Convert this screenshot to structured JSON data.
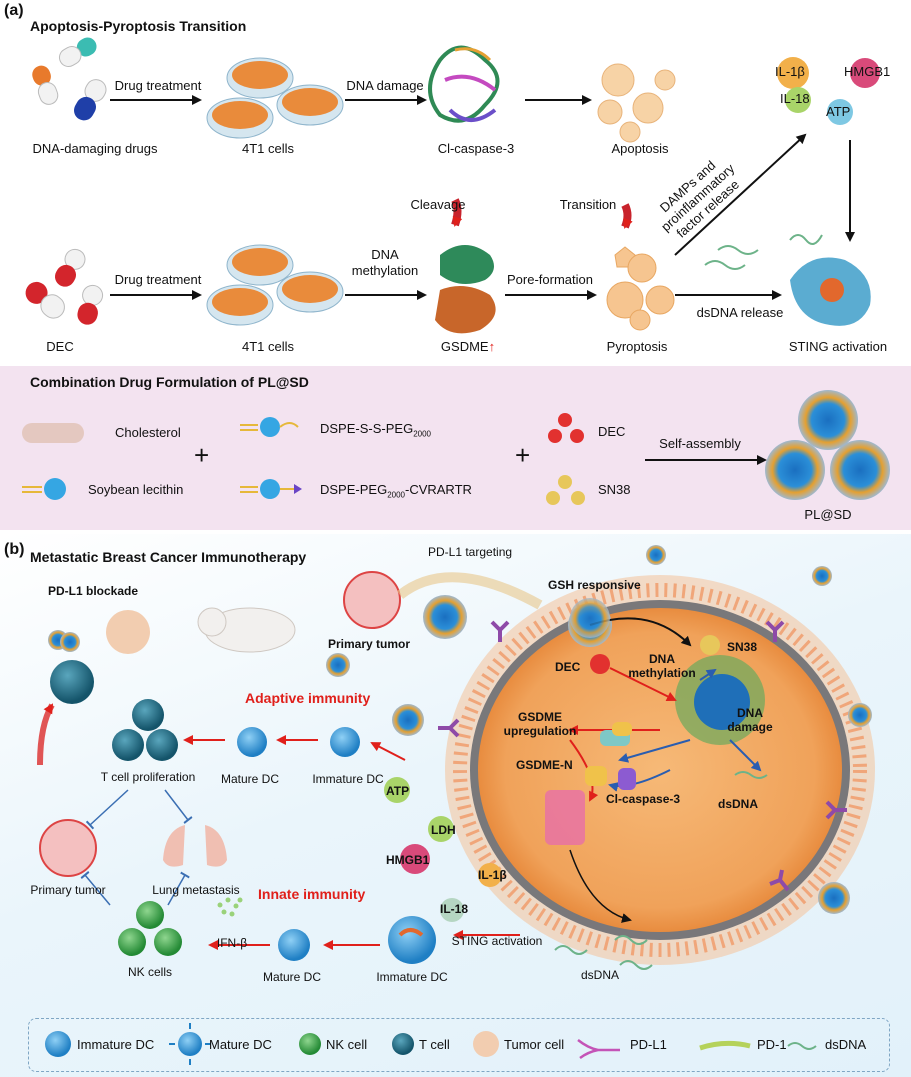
{
  "panel_a": {
    "letter": "(a)",
    "title": "Apoptosis-Pyroptosis Transition",
    "row1": {
      "drugs": "DNA-damaging drugs",
      "step1": "Drug treatment",
      "cells": "4T1 cells",
      "step2": "DNA damage",
      "protein": "Cl-caspase-3",
      "outcome": "Apoptosis"
    },
    "cleavage": "Cleavage",
    "transition": "Transition",
    "damps_line1": "DAMPs and",
    "damps_line2": "proinflammatory",
    "damps_line3": "factor release",
    "factors": [
      "IL-1β",
      "HMGB1",
      "IL-18",
      "ATP"
    ],
    "row2": {
      "drugs": "DEC",
      "step1": "Drug treatment",
      "cells": "4T1 cells",
      "step2_line1": "DNA",
      "step2_line2": "methylation",
      "protein": "GSDME",
      "protein_arrow": "↑",
      "step3": "Pore-formation",
      "outcome": "Pyroptosis",
      "dsdna": "dsDNA release",
      "sting": "STING activation"
    }
  },
  "formulation": {
    "title": "Combination Drug Formulation of PL@SD",
    "cholesterol": "Cholesterol",
    "lecithin": "Soybean lecithin",
    "dspe_ss": "DSPE-S-S-PEG",
    "dspe_ss_sub": "2000",
    "dspe_peg": "DSPE-PEG",
    "dspe_peg_sub": "2000",
    "dspe_peg_suffix": "-CVRARTR",
    "plus": "+",
    "dec": "DEC",
    "sn38": "SN38",
    "self_assembly": "Self-assembly",
    "product": "PL@SD"
  },
  "panel_b": {
    "letter": "(b)",
    "title": "Metastatic Breast Cancer Immunotherapy",
    "pdl1_targeting": "PD-L1 targeting",
    "pdl1_blockade": "PD-L1 blockade",
    "primary_tumor_top": "Primary tumor",
    "gsh": "GSH responsive",
    "dec": "DEC",
    "sn38": "SN38",
    "dna_methylation_1": "DNA",
    "dna_methylation_2": "methylation",
    "dna_damage_1": "DNA",
    "dna_damage_2": "damage",
    "gsdme_up_1": "GSDME",
    "gsdme_up_2": "upregulation",
    "gsdme_n": "GSDME-N",
    "cl_caspase": "Cl-caspase-3",
    "dsdna_inner": "dsDNA",
    "adaptive": "Adaptive immunity",
    "innate": "Innate immunity",
    "t_prolif": "T cell proliferation",
    "mature_dc_1": "Mature DC",
    "immature_dc_1": "Immature DC",
    "atp": "ATP",
    "ldh": "LDH",
    "hmgb1": "HMGB1",
    "il1b": "IL-1β",
    "il18": "IL-18",
    "primary_tumor": "Primary tumor",
    "lung_met": "Lung metastasis",
    "ifn": "IFN-β",
    "nk_cells": "NK cells",
    "mature_dc_2": "Mature DC",
    "immature_dc_2": "Immature DC",
    "sting": "STING activation",
    "dsdna_outer": "dsDNA"
  },
  "legend": {
    "immature_dc": "Immature DC",
    "mature_dc": "Mature DC",
    "nk_cell": "NK cell",
    "t_cell": "T cell",
    "tumor_cell": "Tumor cell",
    "pd_l1": "PD-L1",
    "pd_1": "PD-1",
    "dsdna": "dsDNA"
  },
  "colors": {
    "arrow_black": "#111111",
    "arrow_red": "#e0201b",
    "accent_red": "#c8232c",
    "tumor_orange": "#f0a35a",
    "dc_blue": "#2f9ad6",
    "t_cell_teal": "#1e6f8a",
    "nk_green": "#3aa64a",
    "formulation_bg": "#f3e3f0"
  }
}
